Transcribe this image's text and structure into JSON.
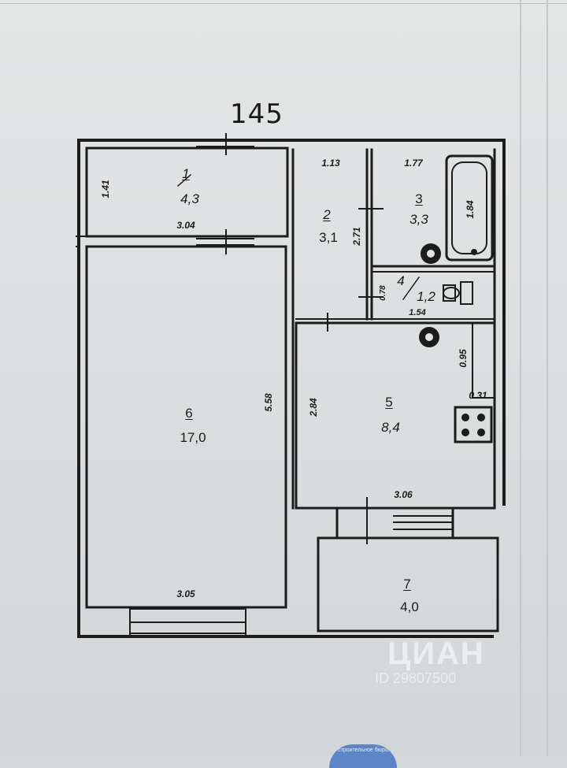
{
  "plan_number": "145",
  "rooms": [
    {
      "id": "1",
      "number": "1",
      "area": "4,3",
      "width": "3.04",
      "depth": "1.41"
    },
    {
      "id": "2",
      "number": "2",
      "area": "3,1",
      "width": "1.13",
      "depth": "2.71"
    },
    {
      "id": "3",
      "number": "3",
      "area": "3,3",
      "width": "1.77",
      "depth": "1.84"
    },
    {
      "id": "4",
      "number": "4",
      "area": "1,2",
      "width": "1.54",
      "depth": "0.78"
    },
    {
      "id": "5",
      "number": "5",
      "area": "8,4",
      "width": "3.06",
      "depth": "2.84",
      "extra_1": "0.95",
      "extra_2": "0.31"
    },
    {
      "id": "6",
      "number": "6",
      "area": "17,0",
      "width": "3.05",
      "depth": "5.58"
    },
    {
      "id": "7",
      "number": "7",
      "area": "4,0"
    }
  ],
  "watermark": {
    "brand": "ЦИАН",
    "id": "ID 29807500"
  },
  "stamp_text": "...строительное бюро...",
  "colors": {
    "wall": "#1c1c1c",
    "paper": "#e2e4e5",
    "stamp": "#5d86c8"
  }
}
